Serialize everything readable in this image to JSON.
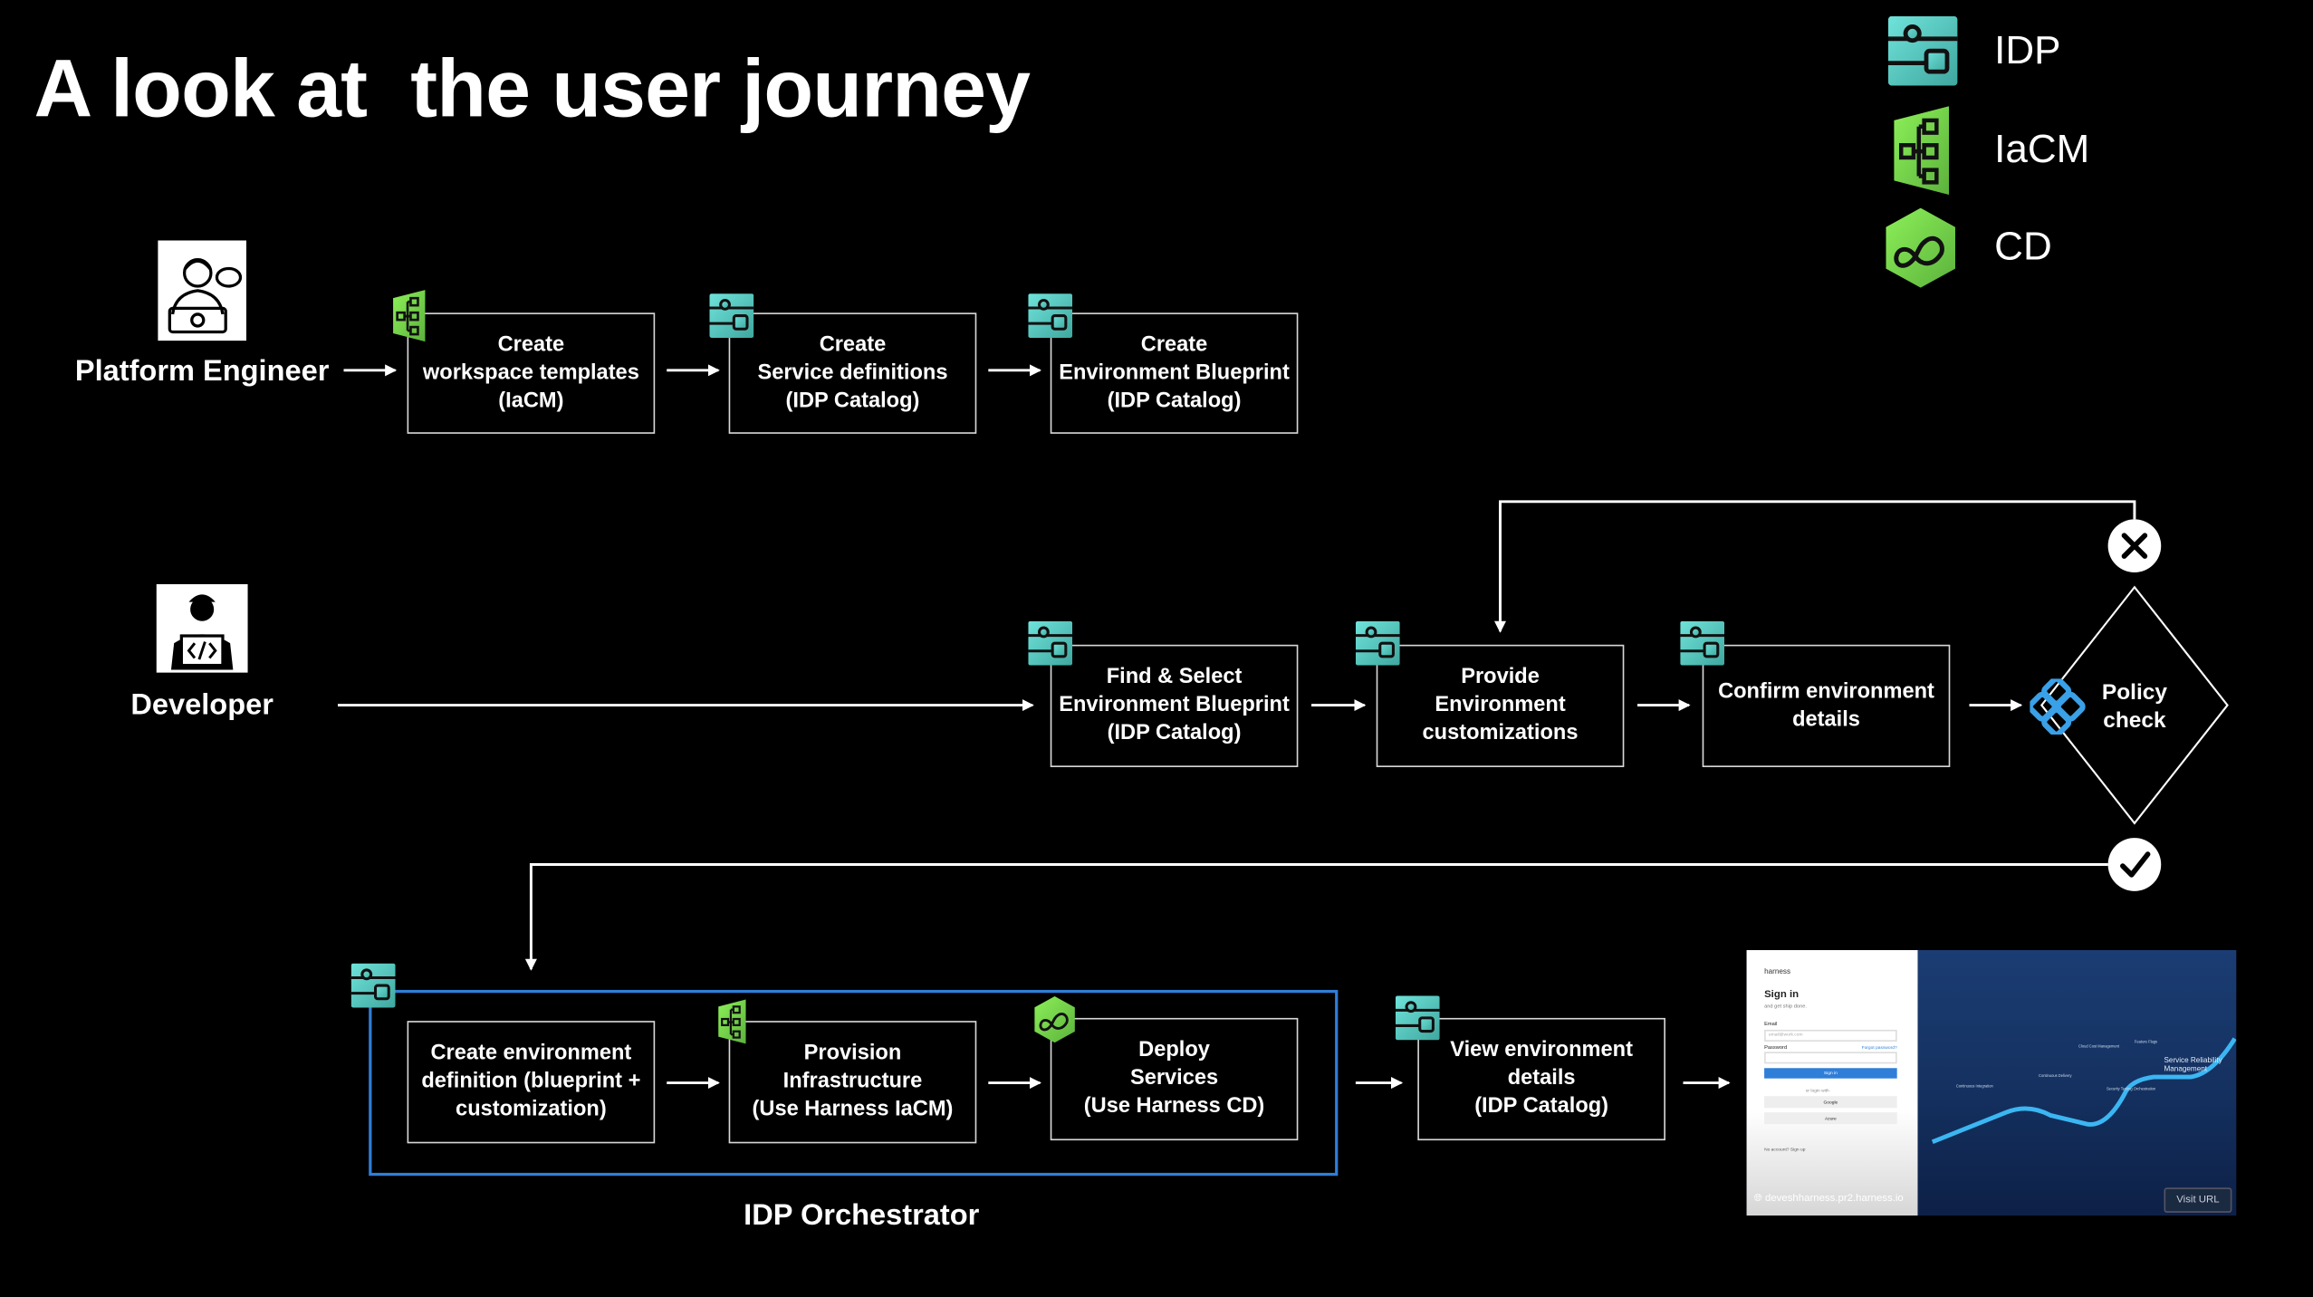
{
  "title": "A look at  the user journey",
  "legend": [
    {
      "label": "IDP",
      "icon": "idp-icon",
      "color": "#4ec9c0"
    },
    {
      "label": "IaCM",
      "icon": "iacm-icon",
      "color": "#7ad64a"
    },
    {
      "label": "CD",
      "icon": "cd-icon",
      "color": "#7ad64a"
    }
  ],
  "actors": {
    "platform_engineer": "Platform Engineer",
    "developer": "Developer"
  },
  "platform_steps": [
    {
      "lines": [
        "Create",
        "workspace templates",
        "(IaCM)"
      ],
      "icon": "iacm-icon"
    },
    {
      "lines": [
        "Create",
        "Service definitions",
        "(IDP Catalog)"
      ],
      "icon": "idp-icon"
    },
    {
      "lines": [
        "Create",
        "Environment Blueprint",
        "(IDP Catalog)"
      ],
      "icon": "idp-icon"
    }
  ],
  "developer_steps": [
    {
      "lines": [
        "Find & Select",
        "Environment Blueprint",
        "(IDP Catalog)"
      ],
      "icon": "idp-icon"
    },
    {
      "lines": [
        "Provide",
        "Environment",
        "customizations"
      ],
      "icon": "idp-icon"
    },
    {
      "lines": [
        "Confirm environment",
        "details"
      ],
      "icon": "idp-icon"
    }
  ],
  "policy": {
    "lines": [
      "Policy",
      "check"
    ],
    "icon": "policy-icon",
    "reject_icon": "x-circle-icon",
    "approve_icon": "check-circle-icon"
  },
  "orchestrator": {
    "label": "IDP Orchestrator",
    "icon": "idp-icon",
    "accent": "#2f7ed8",
    "steps": [
      {
        "lines": [
          "Create environment",
          "definition (blueprint +",
          "customization)"
        ]
      },
      {
        "lines": [
          "Provision",
          "Infrastructure",
          "(Use Harness IaCM)"
        ],
        "icon": "iacm-icon"
      },
      {
        "lines": [
          "Deploy",
          "Services",
          "(Use Harness CD)"
        ],
        "icon": "cd-icon"
      }
    ]
  },
  "view_step": {
    "lines": [
      "View environment",
      "details",
      "(IDP Catalog)"
    ],
    "icon": "idp-icon"
  },
  "preview": {
    "brand": "harness",
    "heading": "Sign in",
    "subheading": "and get ship done.",
    "email_label": "Email",
    "email_placeholder": "email@work.com",
    "password_label": "Password",
    "forgot": "Forgot password?",
    "signin_button": "Sign in",
    "or": "or login with",
    "google": "Google",
    "azure": "Azure",
    "no_account": "No account? Sign up",
    "url": "deveshharness.pr2.harness.io",
    "visit": "Visit URL",
    "modules": [
      "Continuous Integration",
      "Continuous Delivery",
      "Cloud Cost Management",
      "Feature Flags",
      "Security Testing Orchestration",
      "Service Reliability Management"
    ]
  }
}
